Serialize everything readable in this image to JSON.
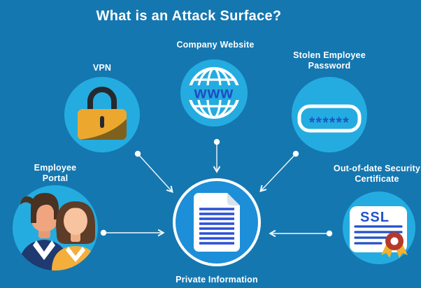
{
  "title": "What is an Attack Surface?",
  "labels": {
    "vpn": "VPN",
    "company_website": "Company Website",
    "stolen_password": "Stolen Employee Password",
    "employee_portal": "Employee Portal",
    "ssl_certificate": "Out-of-date Security Certificate",
    "private_information": "Private Information"
  },
  "icon_text": {
    "globe": "www",
    "password_mask": "******",
    "certificate": "SSL"
  },
  "colors": {
    "background": "#1577B0",
    "node_circle": "#24ACE0",
    "hub_fill": "#1D8ED8",
    "hub_ring": "#FFFFFF",
    "accent_blue": "#2152C8",
    "lock_body": "#ECA72F",
    "lock_shade": "#7E611C",
    "lock_shackle": "#26282E",
    "seal_red": "#B5392B",
    "ribbon_yellow": "#F2B234",
    "text": "#FFFFFF"
  }
}
